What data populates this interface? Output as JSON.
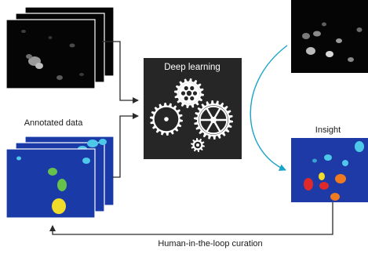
{
  "labels": {
    "annotated_data": "Annotated data",
    "deep_learning": "Deep learning",
    "insight": "Insight",
    "curation": "Human-in-the-loop curation"
  },
  "colors": {
    "raw_background": "#050505",
    "annotated_background": "#1a3aa8",
    "insight_background": "#1e3aa6",
    "center_box": "#262626",
    "arrow": "#2a2a2a",
    "curved_arrow": "#19a3c8",
    "nucleus_yellow": "#f0dc2a",
    "nucleus_green": "#66c24a",
    "nucleus_cyan": "#4ec8e8",
    "nucleus_red": "#e02a2a",
    "nucleus_orange": "#f07a20"
  },
  "icons": [
    "gear-icon",
    "gear-icon",
    "gear-icon",
    "gear-icon"
  ]
}
